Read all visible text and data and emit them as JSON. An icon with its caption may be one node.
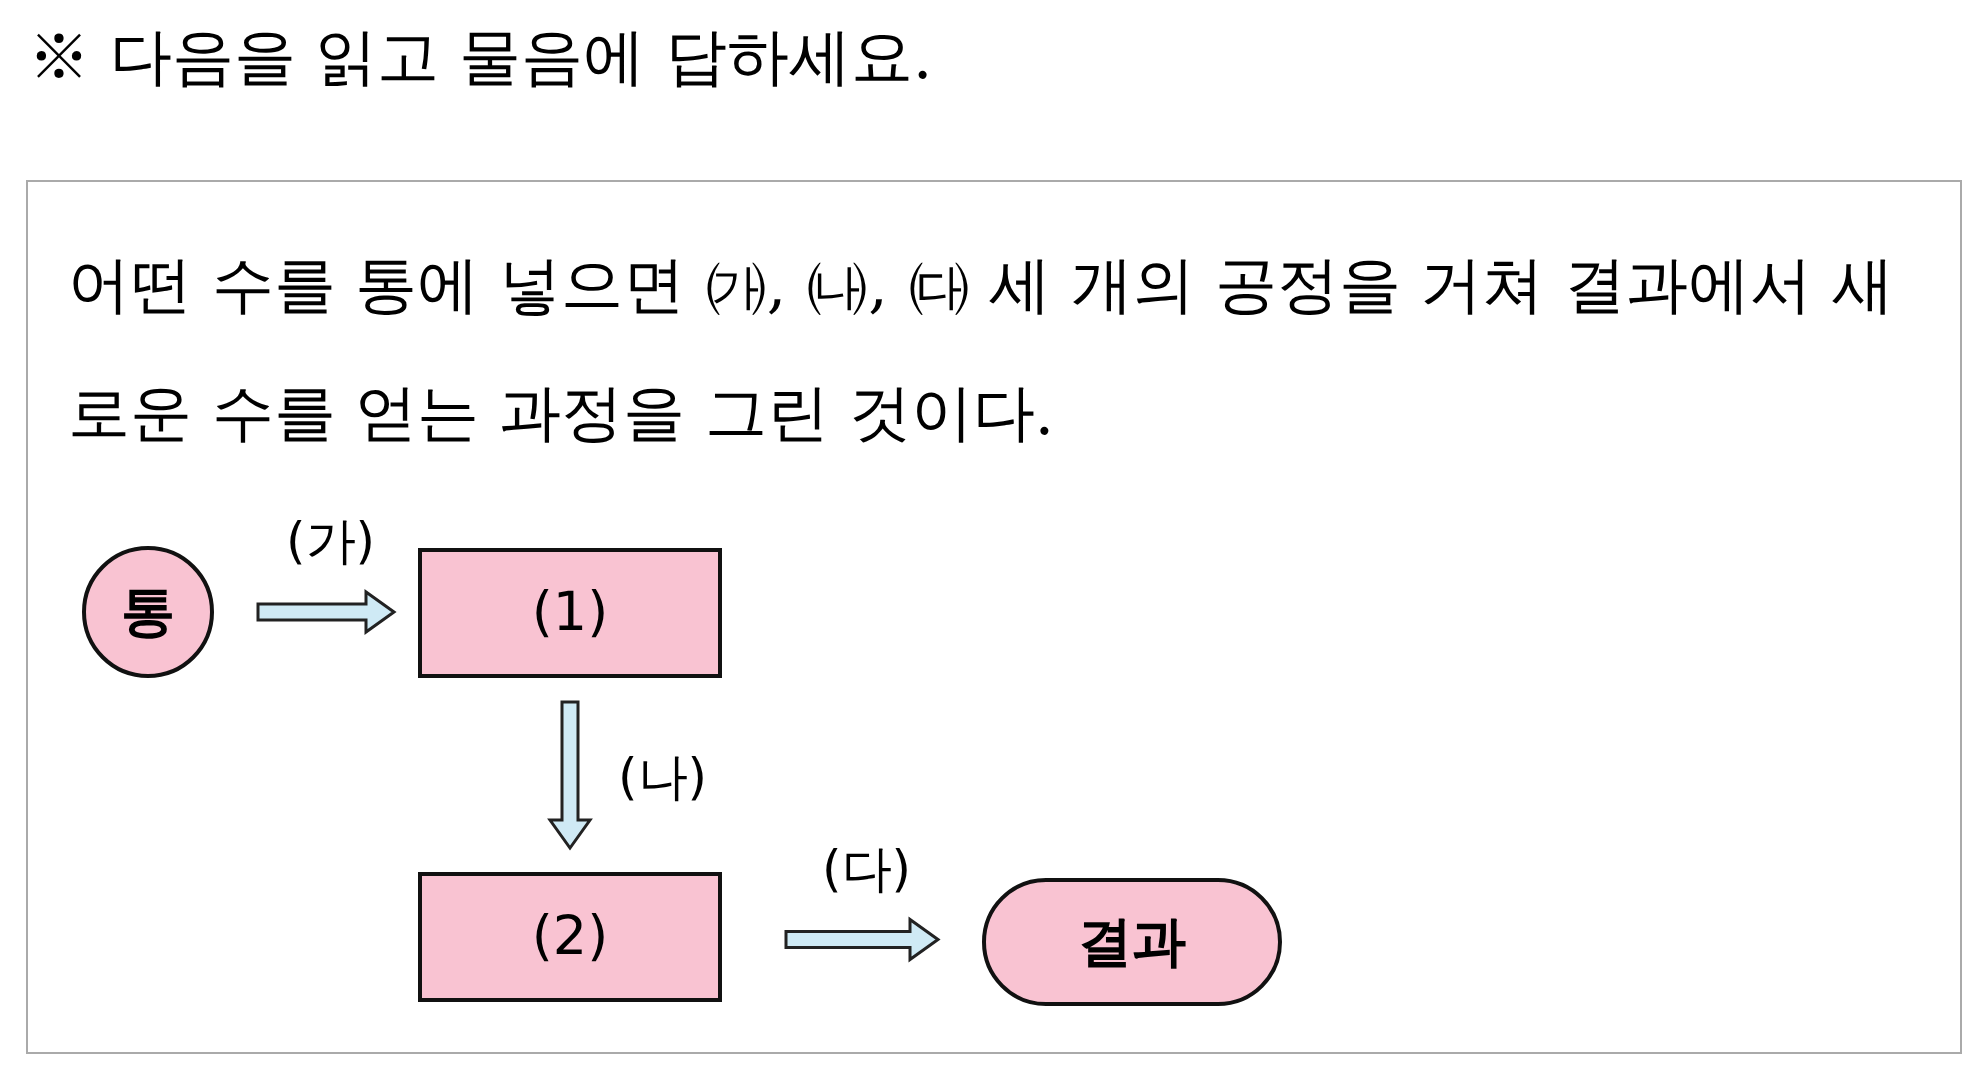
{
  "diagram": {
    "title": "※ 다음을 읽고 물음에 답하세요.",
    "nodes": [
      {
        "text": [
          "어떤 수를 통에 넣으면 ㈎, ㈏, ㈐ 세 개의 공정을 거쳐 결과에서 새로운 수를 얻는 과정을 그린 것이다."
        ]
      },
      {
        "text": [
          "통"
        ],
        "in": 0
      },
      {
        "text": [
          "(1)"
        ],
        "in": 0
      },
      {
        "text": [
          "(2)"
        ],
        "in": 0
      },
      {
        "text": [
          "결과"
        ],
        "in": 0
      }
    ],
    "edges": [
      {
        "from": 1,
        "to": 2,
        "arrow": "to",
        "label": "(가)"
      },
      {
        "from": 2,
        "to": 3,
        "arrow": "to",
        "label": "(나)"
      },
      {
        "from": 3,
        "to": 4,
        "arrow": "to",
        "label": "(다)"
      }
    ]
  }
}
